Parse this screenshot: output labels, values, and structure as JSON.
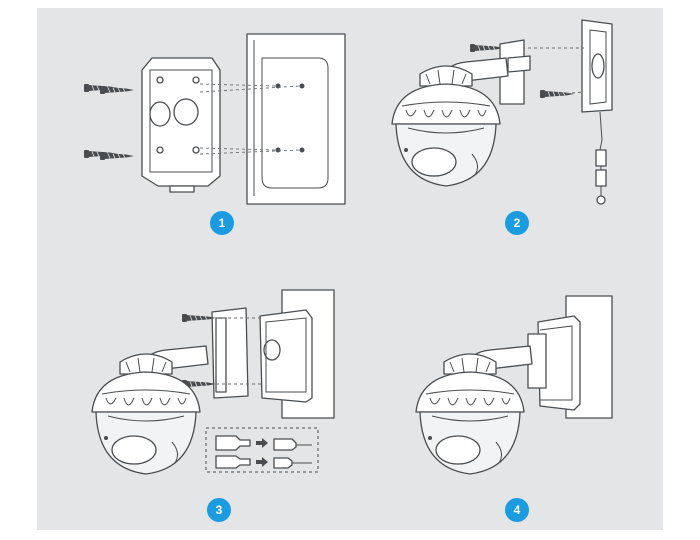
{
  "steps": [
    {
      "number": "1",
      "icon": "junction-box-wall-mount-step-illustration"
    },
    {
      "number": "2",
      "icon": "camera-bracket-attach-step-illustration"
    },
    {
      "number": "3",
      "icon": "cable-connect-mount-step-illustration"
    },
    {
      "number": "4",
      "icon": "installed-camera-step-illustration"
    }
  ],
  "colors": {
    "badge": "#1b9be0",
    "background": "#e3e5e7",
    "line": "#4a4d50"
  }
}
